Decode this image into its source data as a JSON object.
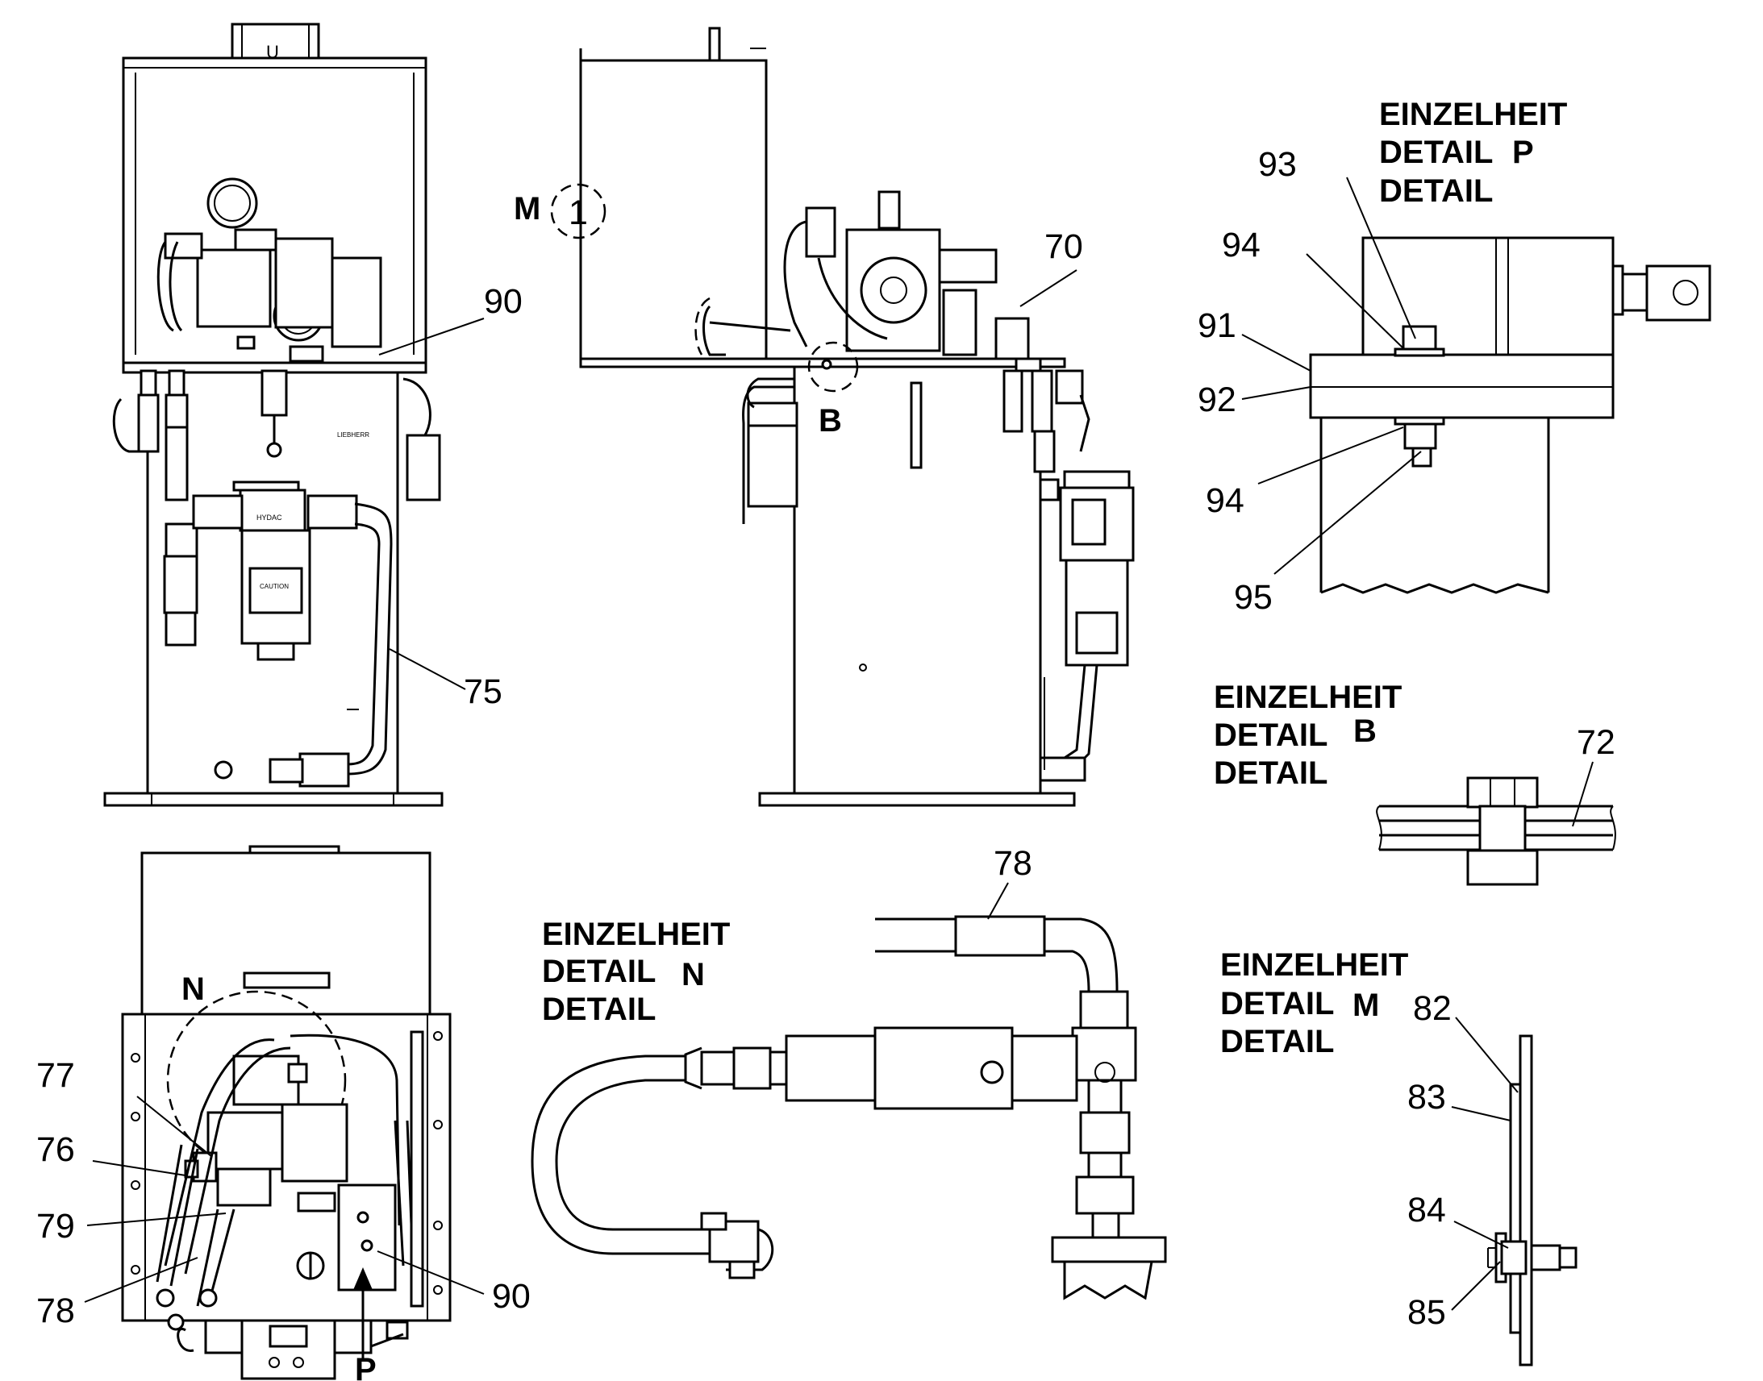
{
  "callouts": {
    "top_left": {
      "n90": "90",
      "n75": "75"
    },
    "top_mid": {
      "n70": "70",
      "m_letter": "M",
      "m_circle": "1",
      "b_letter": "B"
    },
    "detail_p": {
      "n93": "93",
      "n94a": "94",
      "n91": "91",
      "n92": "92",
      "n94b": "94",
      "n95": "95"
    },
    "detail_b": {
      "n72": "72"
    },
    "bottom_left": {
      "n_letter": "N",
      "n77": "77",
      "n76": "76",
      "n79": "79",
      "n78": "78",
      "n90": "90",
      "p_letter": "P"
    },
    "detail_n": {
      "n78": "78"
    },
    "detail_m": {
      "n82": "82",
      "n83": "83",
      "n84": "84",
      "n85": "85"
    }
  },
  "headings": {
    "detail_p": {
      "line1": "EINZELHEIT",
      "line2": "DETAIL",
      "letter": "P",
      "line3": "DETAIL"
    },
    "detail_b": {
      "line1": "EINZELHEIT",
      "line2": "DETAIL",
      "letter": "B",
      "line3": "DETAIL"
    },
    "detail_n": {
      "line1": "EINZELHEIT",
      "line2": "DETAIL",
      "letter": "N",
      "line3": "DETAIL"
    },
    "detail_m": {
      "line1": "EINZELHEIT",
      "line2": "DETAIL",
      "letter": "M",
      "line3": "DETAIL"
    }
  },
  "component_labels": {
    "filter_brand": "HYDAC",
    "caution": "CAUTION",
    "tank_brand": "LIEBHERR"
  }
}
